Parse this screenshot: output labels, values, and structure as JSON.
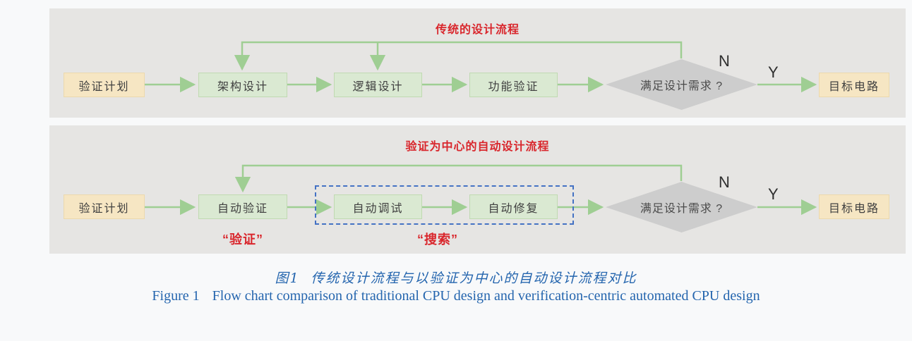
{
  "colors": {
    "page_bg": "#f8f9fa",
    "panel_bg": "#e6e5e3",
    "box_green": "#dae9d2",
    "box_green_border": "#c0dab2",
    "box_tan": "#f6e6c3",
    "box_tan_border": "#ecd9ad",
    "diamond_gray": "#cdcdcd",
    "arrow_green": "#9fce93",
    "title_red": "#d9262c",
    "dashed_blue": "#4472c4",
    "caption_blue": "#2465ae"
  },
  "panels": [
    {
      "title": "传统的设计流程",
      "nodes": {
        "plan": "验证计划",
        "arch": "架构设计",
        "logic": "逻辑设计",
        "verify": "功能验证",
        "decision": "满足设计需求 ?",
        "target": "目标电路"
      },
      "labels": {
        "no": "N",
        "yes": "Y"
      }
    },
    {
      "title": "验证为中心的自动设计流程",
      "nodes": {
        "plan": "验证计划",
        "auto_verify": "自动验证",
        "auto_debug": "自动调试",
        "auto_repair": "自动修复",
        "decision": "满足设计需求 ?",
        "target": "目标电路"
      },
      "labels": {
        "no": "N",
        "yes": "Y"
      },
      "tags": {
        "verify": "“验证”",
        "search": "“搜索”"
      }
    }
  ],
  "caption": {
    "fig_label_cn": "图1",
    "fig_text_cn": "传统设计流程与以验证为中心的自动设计流程对比",
    "fig_label_en": "Figure 1",
    "fig_text_en": "Flow chart comparison of traditional CPU design and verification-centric automated CPU design"
  }
}
